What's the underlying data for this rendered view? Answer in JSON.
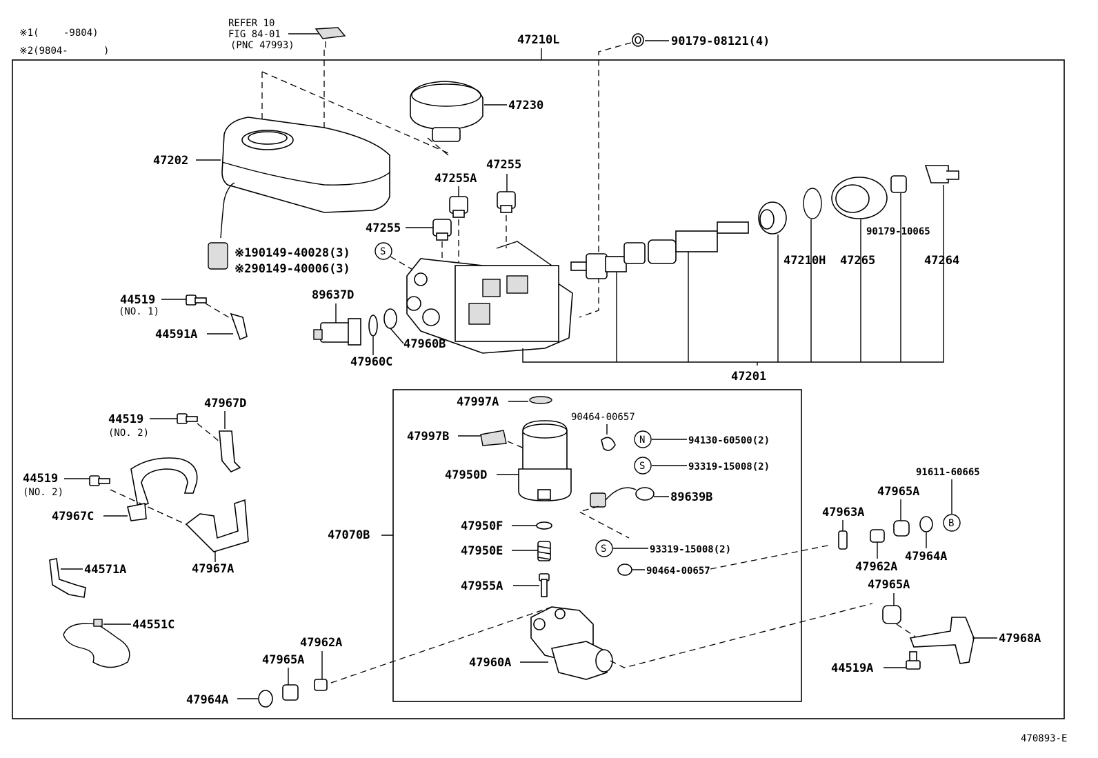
{
  "notes": {
    "note1_mark": "※1(",
    "note1_range": "-9804)",
    "note2_mark": "※2(9804-",
    "note2_close": ")"
  },
  "refer": {
    "line1": "REFER 10",
    "line2": "FIG 84-01",
    "line3": "(PNC 47993)"
  },
  "labels": {
    "p47210L": "47210L",
    "p90179_08121": "90179-08121(4)",
    "p47230": "47230",
    "p47202": "47202",
    "p47255A": "47255A",
    "p47255_top": "47255",
    "p47255_left": "47255",
    "p90149_40028": "※190149-40028(3)",
    "p90149_40006": "※290149-40006(3)",
    "p44519_no1": "44519",
    "no1": "(NO. 1)",
    "p44591A": "44591A",
    "p89637D": "89637D",
    "p47960B": "47960B",
    "p47960C": "47960C",
    "p47210H": "47210H",
    "p47265": "47265",
    "p47264": "47264",
    "p90179_10065": "90179-10065",
    "p47201": "47201",
    "p47997A": "47997A",
    "p47997B": "47997B",
    "p90464_00657_top": "90464-00657",
    "p94130_60500": "94130-60500(2)",
    "p93319_15008_top": "93319-15008(2)",
    "p47950D": "47950D",
    "p89639B": "89639B",
    "p47950F": "47950F",
    "p47950E": "47950E",
    "p93319_15008_bot": "93319-15008(2)",
    "p90464_00657_bot": "90464-00657",
    "p47955A": "47955A",
    "p47960A": "47960A",
    "p47070B": "47070B",
    "p44519_no2a": "44519",
    "no2a": "(NO. 2)",
    "p47967D": "47967D",
    "p44519_no2b": "44519",
    "no2b": "(NO. 2)",
    "p47967C": "47967C",
    "p47967A": "47967A",
    "p44571A": "44571A",
    "p44551C": "44551C",
    "p47962A_left": "47962A",
    "p47965A_left": "47965A",
    "p47964A_left": "47964A",
    "p91611_60665": "91611-60665",
    "p47965A_r1": "47965A",
    "p47963A": "47963A",
    "p47962A_right": "47962A",
    "p47964A_right": "47964A",
    "p47965A_r2": "47965A",
    "p47968A": "47968A",
    "p44519A": "44519A",
    "figure_id": "470893-E"
  },
  "symbols": {
    "s1": "S",
    "s2": "S",
    "s3": "S",
    "n1": "N",
    "b1": "B"
  }
}
